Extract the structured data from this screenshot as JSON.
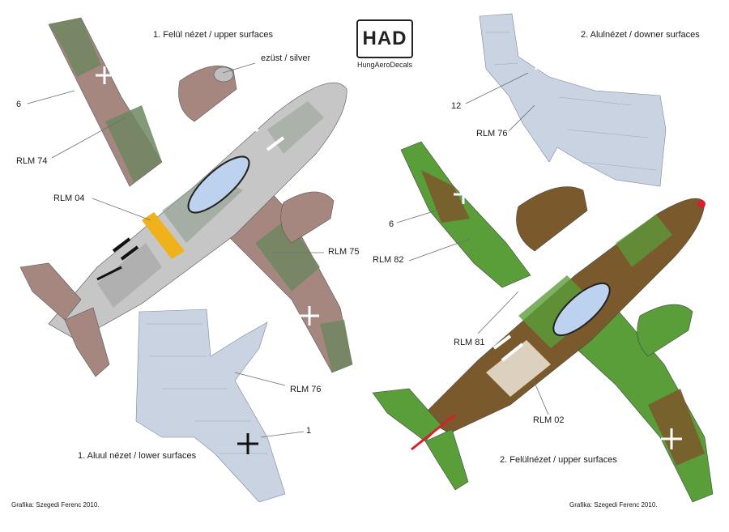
{
  "logo": {
    "mark": "HAD",
    "name": "HungAeroDecals"
  },
  "views": {
    "v1_upper": "1. Felül nézet / upper surfaces",
    "v1_lower": "1. Aluul nézet / lower surfaces",
    "v2_lower": "2. Alulnézet / downer surfaces",
    "v2_upper": "2. Felülnézet / upper surfaces"
  },
  "callouts": {
    "silver": "ezüst / silver",
    "n6a": "6",
    "rlm74": "RLM 74",
    "rlm04": "RLM 04",
    "rlm75": "RLM 75",
    "rlm76a": "RLM 76",
    "n1": "1",
    "n12": "12",
    "rlm76b": "RLM 76",
    "n6b": "6",
    "rlm82": "RLM 82",
    "rlm81": "RLM 81",
    "rlm02": "RLM 02"
  },
  "credits": {
    "left": "Grafika: Szegedi Ferenc 2010.",
    "right": "Grafika: Szegedi Ferenc 2010."
  },
  "colors": {
    "rlm74_green": "#5d7a58",
    "rlm75_brown": "#a5867c",
    "rlm76_blue": "#c9d3e2",
    "rlm82_green": "#5a9e3a",
    "rlm81_brown": "#7a5a2c",
    "rlm04_yellow": "#f0b21a",
    "canopy": "#bcd2ee",
    "nose_red": "#d8202a"
  }
}
